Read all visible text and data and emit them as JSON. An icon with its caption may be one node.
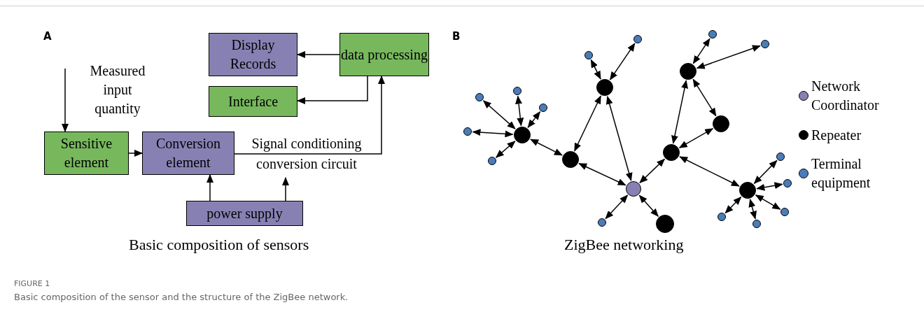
{
  "diagram": {
    "caption": "Basic composition of the sensor and the structure of the ZigBee network.",
    "nodes": [
      {
        "text": [
          "Display Records"
        ]
      },
      {
        "text": [
          "data processing"
        ]
      },
      {
        "text": [
          "Interface"
        ]
      },
      {
        "text": [
          "Sensitive element"
        ]
      },
      {
        "text": [
          "Conversion element"
        ]
      },
      {
        "text": [
          "power supply"
        ]
      },
      {
        "text": [],
        "shape": "circle"
      },
      {
        "text": [],
        "shape": "circle"
      },
      {
        "text": [],
        "shape": "circle"
      },
      {
        "text": [],
        "shape": "circle"
      },
      {
        "text": [],
        "shape": "circle"
      },
      {
        "text": [],
        "shape": "circle"
      },
      {
        "text": [],
        "shape": "circle"
      },
      {
        "text": [],
        "shape": "circle"
      },
      {
        "text": [],
        "shape": "circle"
      },
      {
        "text": [],
        "shape": "circle"
      },
      {
        "text": [],
        "shape": "circle"
      },
      {
        "text": [],
        "shape": "circle"
      },
      {
        "text": [],
        "shape": "circle"
      },
      {
        "text": [],
        "shape": "circle"
      },
      {
        "text": [],
        "shape": "circle"
      },
      {
        "text": [],
        "shape": "circle"
      },
      {
        "text": [],
        "shape": "circle"
      },
      {
        "text": [],
        "shape": "circle"
      },
      {
        "text": [],
        "shape": "circle"
      },
      {
        "text": [],
        "shape": "circle"
      },
      {
        "text": [],
        "shape": "circle"
      },
      {
        "text": [],
        "shape": "circle"
      },
      {
        "text": [],
        "shape": "circle"
      },
      {
        "text": [],
        "shape": "circle"
      }
    ],
    "edges": [
      {
        "from": 1,
        "to": 0,
        "arrow": "to"
      },
      {
        "from": 1,
        "to": 2,
        "arrow": "to"
      },
      {
        "from": null,
        "to": 3,
        "arrow": "to"
      },
      {
        "from": 3,
        "to": 4,
        "arrow": "to"
      },
      {
        "from": 4,
        "to": 1,
        "arrow": "to",
        "label": "Signal conditioning conversion circuit"
      },
      {
        "from": 5,
        "to": 4,
        "arrow": "to"
      },
      {
        "from": 5,
        "to": null,
        "arrow": "to"
      },
      {
        "from": 6,
        "to": 7,
        "arrow": "both"
      },
      {
        "from": 6,
        "to": 8,
        "arrow": "both"
      },
      {
        "from": 6,
        "to": 9,
        "arrow": "both"
      },
      {
        "from": 6,
        "to": 10,
        "arrow": "both"
      },
      {
        "from": 6,
        "to": 11,
        "arrow": "both"
      },
      {
        "from": 6,
        "to": 15,
        "arrow": "both"
      },
      {
        "from": 15,
        "to": 12,
        "arrow": "both"
      },
      {
        "from": 12,
        "to": 13,
        "arrow": "both"
      },
      {
        "from": 12,
        "to": 14,
        "arrow": "both"
      },
      {
        "from": 12,
        "to": 16,
        "arrow": "both"
      },
      {
        "from": 15,
        "to": 16,
        "arrow": "both"
      },
      {
        "from": 16,
        "to": 17,
        "arrow": "both"
      },
      {
        "from": 16,
        "to": 18,
        "arrow": "both"
      },
      {
        "from": 16,
        "to": 23,
        "arrow": "both"
      },
      {
        "from": 23,
        "to": 19,
        "arrow": "both"
      },
      {
        "from": 19,
        "to": 20,
        "arrow": "both"
      },
      {
        "from": 19,
        "to": 21,
        "arrow": "both"
      },
      {
        "from": 19,
        "to": 22,
        "arrow": "both"
      },
      {
        "from": 22,
        "to": 23,
        "arrow": "both"
      },
      {
        "from": 23,
        "to": 24,
        "arrow": "both"
      },
      {
        "from": 24,
        "to": 25,
        "arrow": "both"
      },
      {
        "from": 24,
        "to": 26,
        "arrow": "both"
      },
      {
        "from": 24,
        "to": 27,
        "arrow": "both"
      },
      {
        "from": 24,
        "to": 28,
        "arrow": "both"
      },
      {
        "from": 24,
        "to": 29,
        "arrow": "both"
      }
    ],
    "labels": [
      "A",
      "Measured input quantity",
      "Basic composition of sensors",
      "B",
      "ZigBee networking",
      "FIGURE 1"
    ],
    "legend": [
      {
        "text": "Network Coordinator",
        "color": "#8781b3"
      },
      {
        "text": "Repeater",
        "color": "#000000"
      },
      {
        "text": "Terminal equipment",
        "color": "#4a7db8"
      }
    ]
  }
}
